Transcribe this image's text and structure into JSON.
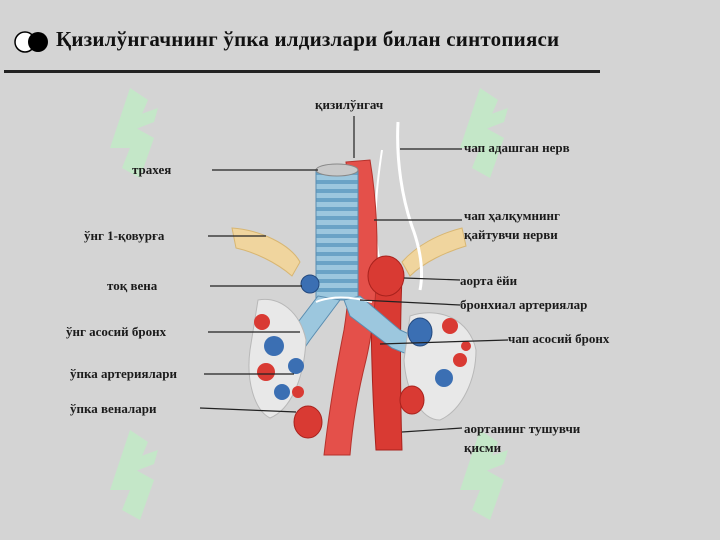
{
  "slide": {
    "title": "Қизилўнгачнинг ўпка илдизлари билан синтопияси"
  },
  "labels": {
    "kizilungach": "қизилўнгач",
    "traheya": "трахея",
    "ung_1_kovurga": "ўнг 1-қовурға",
    "tok_vena": "тоқ вена",
    "ung_asosiy_bronh": "ўнг асосий бронх",
    "upka_arteriyalari": "ўпка артериялари",
    "upka_venalari": "ўпка веналари",
    "chap_adashgan_nerv": "чап адашган нерв",
    "chap_halkum_1": "чап ҳалқумнинг",
    "chap_halkum_2": "қайтувчи нерви",
    "aorta_yoyi": "аорта ёйи",
    "bronhial_arteriyalar": "бронхиал артериялар",
    "chap_asosiy_bronh": "чап асосий бронх",
    "aorta_tushuvchi_1": "аортанинг тушувчи",
    "aorta_tushuvchi_2": "қисми"
  },
  "colors": {
    "background": "#d4d4d4",
    "trachea": "#8cbcd6",
    "esophagus": "#e4504a",
    "artery": "#d93a33",
    "vein": "#3b6fb3",
    "rib": "#f0d59e",
    "watermark": "#c2efc6"
  },
  "watermark_icons": [
    "sofi-logo-icon",
    "sofi-logo-icon",
    "sofi-logo-icon",
    "sofi-logo-icon"
  ]
}
